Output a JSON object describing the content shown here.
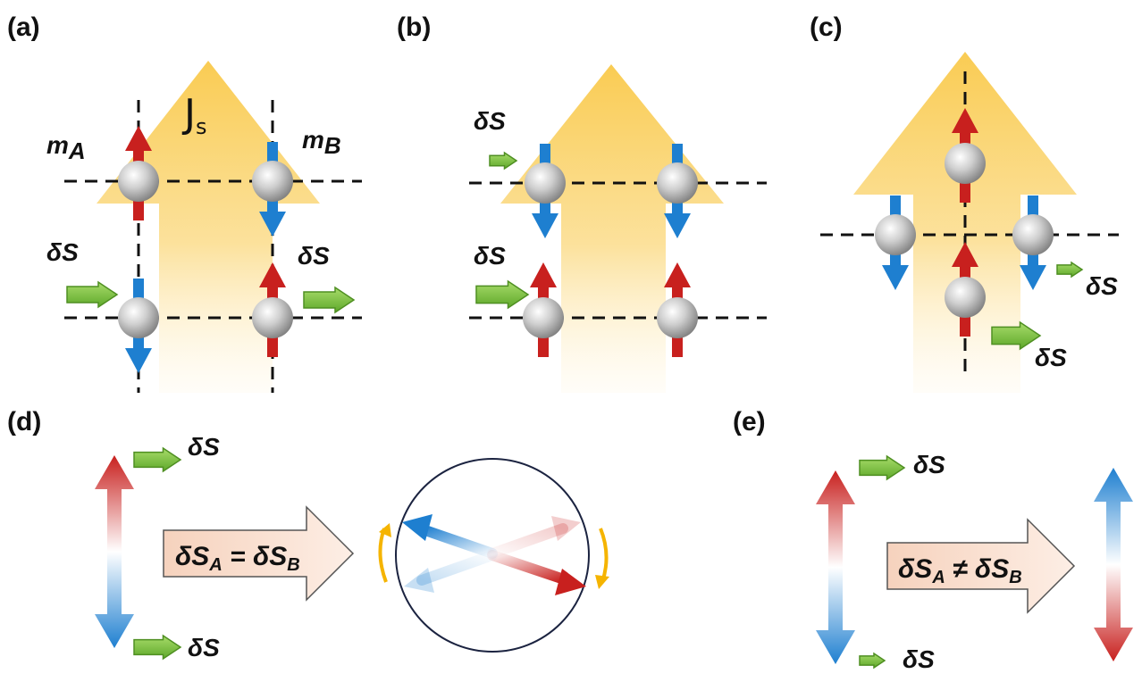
{
  "panels": {
    "a": "(a)",
    "b": "(b)",
    "c": "(c)",
    "d": "(d)",
    "e": "(e)"
  },
  "labels": {
    "js_main": "J",
    "js_sub": "s",
    "m_a_main": "m",
    "m_a_sub": "A",
    "m_b_main": "m",
    "m_b_sub": "B",
    "delta_s": "δS"
  },
  "boxes": {
    "equal_a": "δS",
    "equal_sub_a": "A",
    "equal_mid": " = δS",
    "equal_sub_b": "B",
    "unequal_a": "δS",
    "unequal_sub_a": "A",
    "unequal_mid": " ≠ δS",
    "unequal_sub_b": "B"
  },
  "colors": {
    "spin_up": "#c8201e",
    "spin_down": "#1e7fd0",
    "delta_arrow": "#7cc242",
    "current": "#f9c94a",
    "sphere": "#bdbdbd",
    "box_fill": "#f8d9c8",
    "rotation": "#f5b400"
  }
}
